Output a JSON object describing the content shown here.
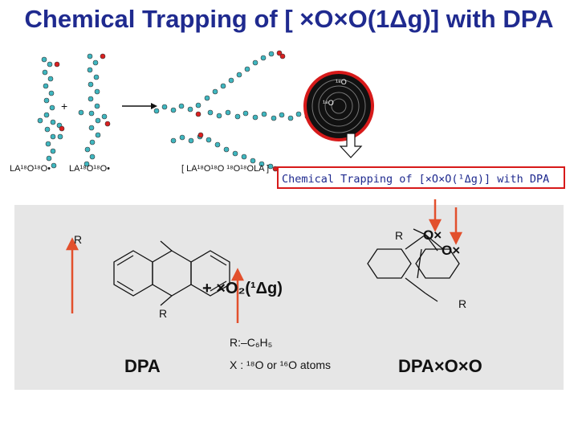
{
  "title": "Chemical Trapping of [ ×O×O(1Δg)] with DPA",
  "top": {
    "plus": "+",
    "label_la1": "LA¹⁸O¹⁸O•",
    "label_la2": "LA¹⁸O¹⁸O•",
    "label_tetroxide": "[ LA¹⁸O¹⁸O ¹⁸O¹⁸OLA ]",
    "target_o1": "¹⁸O",
    "target_o2": "¹⁸O",
    "caption": "Chemical Trapping of [×O×O(¹Δg)] with DPA"
  },
  "scheme": {
    "r_top_left": "R",
    "r_bottom_left": "R",
    "plus_reagent": "+ ×O₂(¹Δg)",
    "r_top_right": "R",
    "r_bottom_right": "R",
    "ox1": "O×",
    "ox2": "O×",
    "note_r": "R:–C₆H₅",
    "note_x": "X : ¹⁸O or ¹⁶O atoms",
    "label_dpa": "DPA",
    "label_product": "DPA×O×O"
  },
  "colors": {
    "title": "#1f2a8f",
    "arrow_red": "#e2502d",
    "box_red": "#d71a1a",
    "atom_blue": "#3fb6bf",
    "atom_red": "#d92020"
  }
}
